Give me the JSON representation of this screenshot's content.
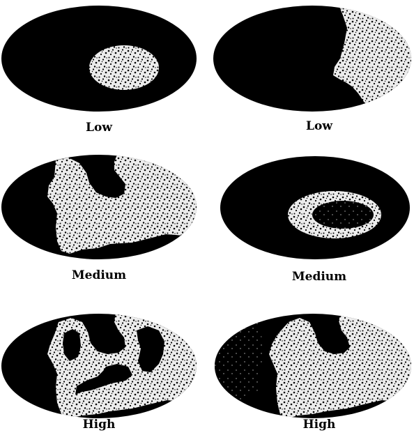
{
  "colors": {
    "background": "#ffffff",
    "dark_region": "#000000",
    "speckle_ground": "#eeeeee",
    "speckle_mark": "#000000"
  },
  "panels": [
    {
      "label": "Low"
    },
    {
      "label": "Low"
    },
    {
      "label": "Medium"
    },
    {
      "label": "Medium"
    },
    {
      "label": "High"
    },
    {
      "label": "High"
    }
  ]
}
